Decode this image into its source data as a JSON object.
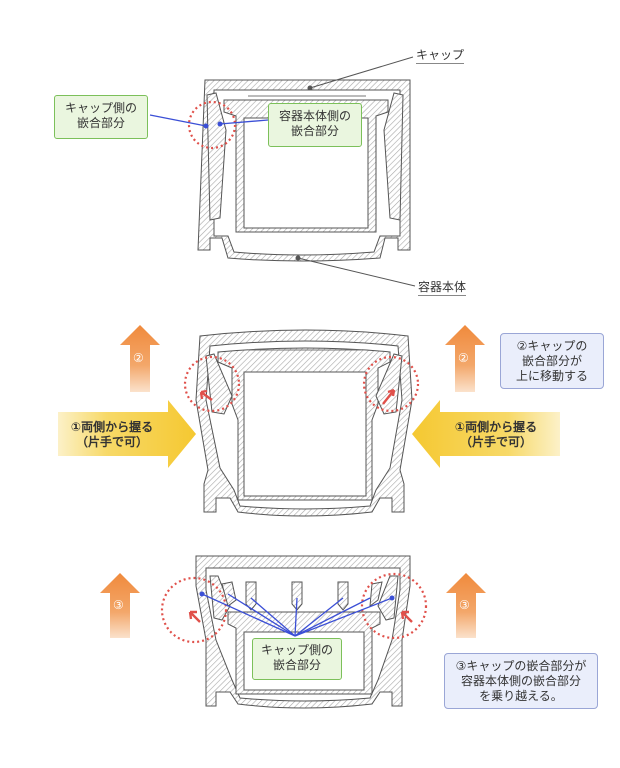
{
  "labels": {
    "cap": "キャップ",
    "body": "容器本体",
    "cap_side_fitting": "キャップ側の\n嵌合部分",
    "body_side_fitting": "容器本体側の\n嵌合部分",
    "cap_side_fitting_bottom": "キャップ側の\n嵌合部分"
  },
  "steps": {
    "grip_left": "①両側から握る\n（片手で可）",
    "grip_right": "①両側から握る\n（片手で可）",
    "step2_left": "②",
    "step2_right": "②",
    "step2_note": "②キャップの\n嵌合部分が\n上に移動する",
    "step3_left": "③",
    "step3_right": "③",
    "step3_note": "③キャップの嵌合部分が\n容器本体側の嵌合部分\nを乗り越える。"
  },
  "colors": {
    "hatch": "#9a9a9a",
    "outline": "#555555",
    "arrow_orange": "#f08a3c",
    "arrow_yellow": "#f5d248",
    "circle_red": "#e0504a",
    "leader_blue": "#3b4fd6"
  }
}
